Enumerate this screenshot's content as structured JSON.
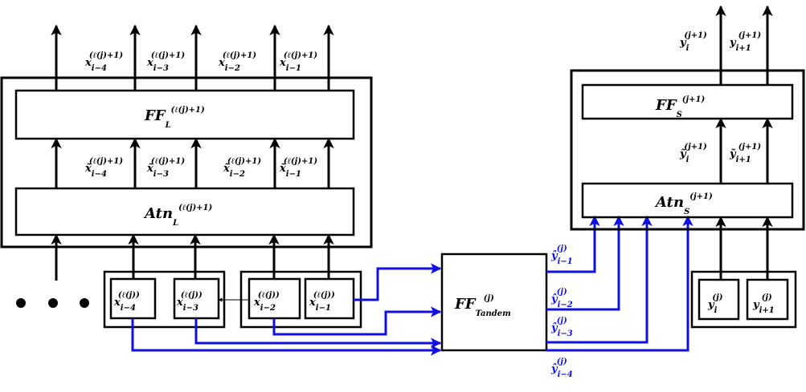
{
  "left_block": {
    "ff_base": "FF",
    "ff_sub": "L",
    "ff_sup": "(ℓ(j)+1)",
    "attn_base": "Atn",
    "attn_sub": "L",
    "attn_sup": "(ℓ(j)+1)",
    "outputs": [
      {
        "base": "x",
        "sub": "i−4",
        "sup": "(ℓ(j)+1)"
      },
      {
        "base": "x",
        "sub": "i−3",
        "sup": "(ℓ(j)+1)"
      },
      {
        "base": "x",
        "sub": "i−2",
        "sup": "(ℓ(j)+1)"
      },
      {
        "base": "x",
        "sub": "i−1",
        "sup": "(ℓ(j)+1)"
      }
    ],
    "intermediates": [
      {
        "base": "x̃",
        "sub": "i−4",
        "sup": "(ℓ(j)+1)"
      },
      {
        "base": "x̃",
        "sub": "i−3",
        "sup": "(ℓ(j)+1)"
      },
      {
        "base": "x̃",
        "sub": "i−2",
        "sup": "(ℓ(j)+1)"
      },
      {
        "base": "x̃",
        "sub": "i−1",
        "sup": "(ℓ(j)+1)"
      }
    ],
    "inputs": [
      {
        "base": "x",
        "sub": "i−4",
        "sup": "(ℓ(j))"
      },
      {
        "base": "x",
        "sub": "i−3",
        "sup": "(ℓ(j))"
      },
      {
        "base": "x",
        "sub": "i−2",
        "sup": "(ℓ(j))"
      },
      {
        "base": "x",
        "sub": "i−1",
        "sup": "(ℓ(j))"
      }
    ]
  },
  "tandem": {
    "base": "FF",
    "sub": "Tandem",
    "sup": "(j)"
  },
  "tandem_outputs": [
    {
      "base": "ŷ",
      "sub": "i−1",
      "sup": "(j)"
    },
    {
      "base": "ŷ",
      "sub": "i−2",
      "sup": "(j)"
    },
    {
      "base": "ŷ",
      "sub": "i−3",
      "sup": "(j)"
    },
    {
      "base": "ŷ",
      "sub": "i−4",
      "sup": "(j)"
    }
  ],
  "right_block": {
    "ff_base": "FF",
    "ff_sub": "S",
    "ff_sup": "(j+1)",
    "attn_base": "Atn",
    "attn_sub": "S",
    "attn_sup": "(j+1)",
    "outputs": [
      {
        "base": "y",
        "sub": "i",
        "sup": "(j+1)"
      },
      {
        "base": "y",
        "sub": "i+1",
        "sup": "(j+1)"
      }
    ],
    "intermediates": [
      {
        "base": "ỹ",
        "sub": "i",
        "sup": "(j+1)"
      },
      {
        "base": "ỹ",
        "sub": "i+1",
        "sup": "(j+1)"
      }
    ],
    "inputs": [
      {
        "base": "y",
        "sub": "i",
        "sup": "(j)"
      },
      {
        "base": "y",
        "sub": "i+1",
        "sup": "(j)"
      }
    ]
  },
  "colors": {
    "black": "#000000",
    "blue": "#1010e0"
  }
}
